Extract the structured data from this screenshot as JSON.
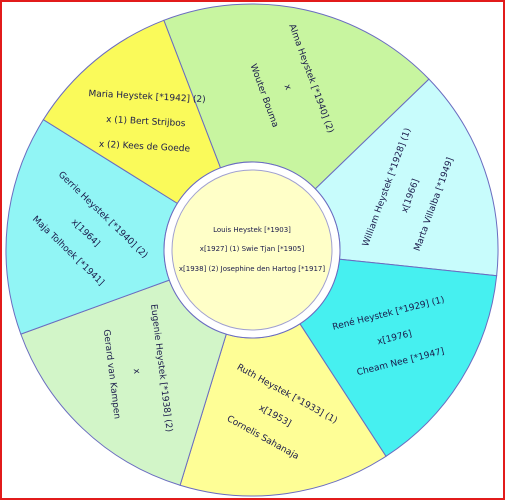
{
  "center": {
    "lines": [
      "Louis Heystek [*1903]",
      "x[1927] (1) Swie Tjan [*1905]",
      "x[1938] (2) Josephine den Hartog [*1917]"
    ],
    "color": "#ffffc8"
  },
  "segments": [
    {
      "id": "alma",
      "color": "#c8f5a0",
      "lines": [
        "Alma Heystek [*1940] (2)",
        "x",
        "Wouter Bouma"
      ]
    },
    {
      "id": "william",
      "color": "#c8fcfc",
      "lines": [
        "William Heystek [*1928] (1)",
        "x[1966]",
        "Marta Villalba [*1949]"
      ]
    },
    {
      "id": "rene",
      "color": "#46f0f0",
      "lines": [
        "René Heystek [*1929] (1)",
        "x[1976]",
        "Cheam Nee [*1947]"
      ]
    },
    {
      "id": "ruth",
      "color": "#fefe96",
      "lines": [
        "Ruth Heystek [*1933] (1)",
        "x[1953]",
        "Cornelis Sahanaja"
      ]
    },
    {
      "id": "eugenie",
      "color": "#d2f5c8",
      "lines": [
        "Eugenie Heystek [*1938] (2)",
        "x",
        "Gerard van Kampen"
      ]
    },
    {
      "id": "gerrie",
      "color": "#91f5f5",
      "lines": [
        "Gerrie Heystek [*1940] (2)",
        "x[1964]",
        "Maja Tolhoek [*1941]"
      ]
    },
    {
      "id": "maria",
      "color": "#fafa5a",
      "lines": [
        "Maria Heystek [*1942] (2)",
        "x (1) Bert Strijbos",
        "x (2) Kees de Goede"
      ]
    }
  ]
}
